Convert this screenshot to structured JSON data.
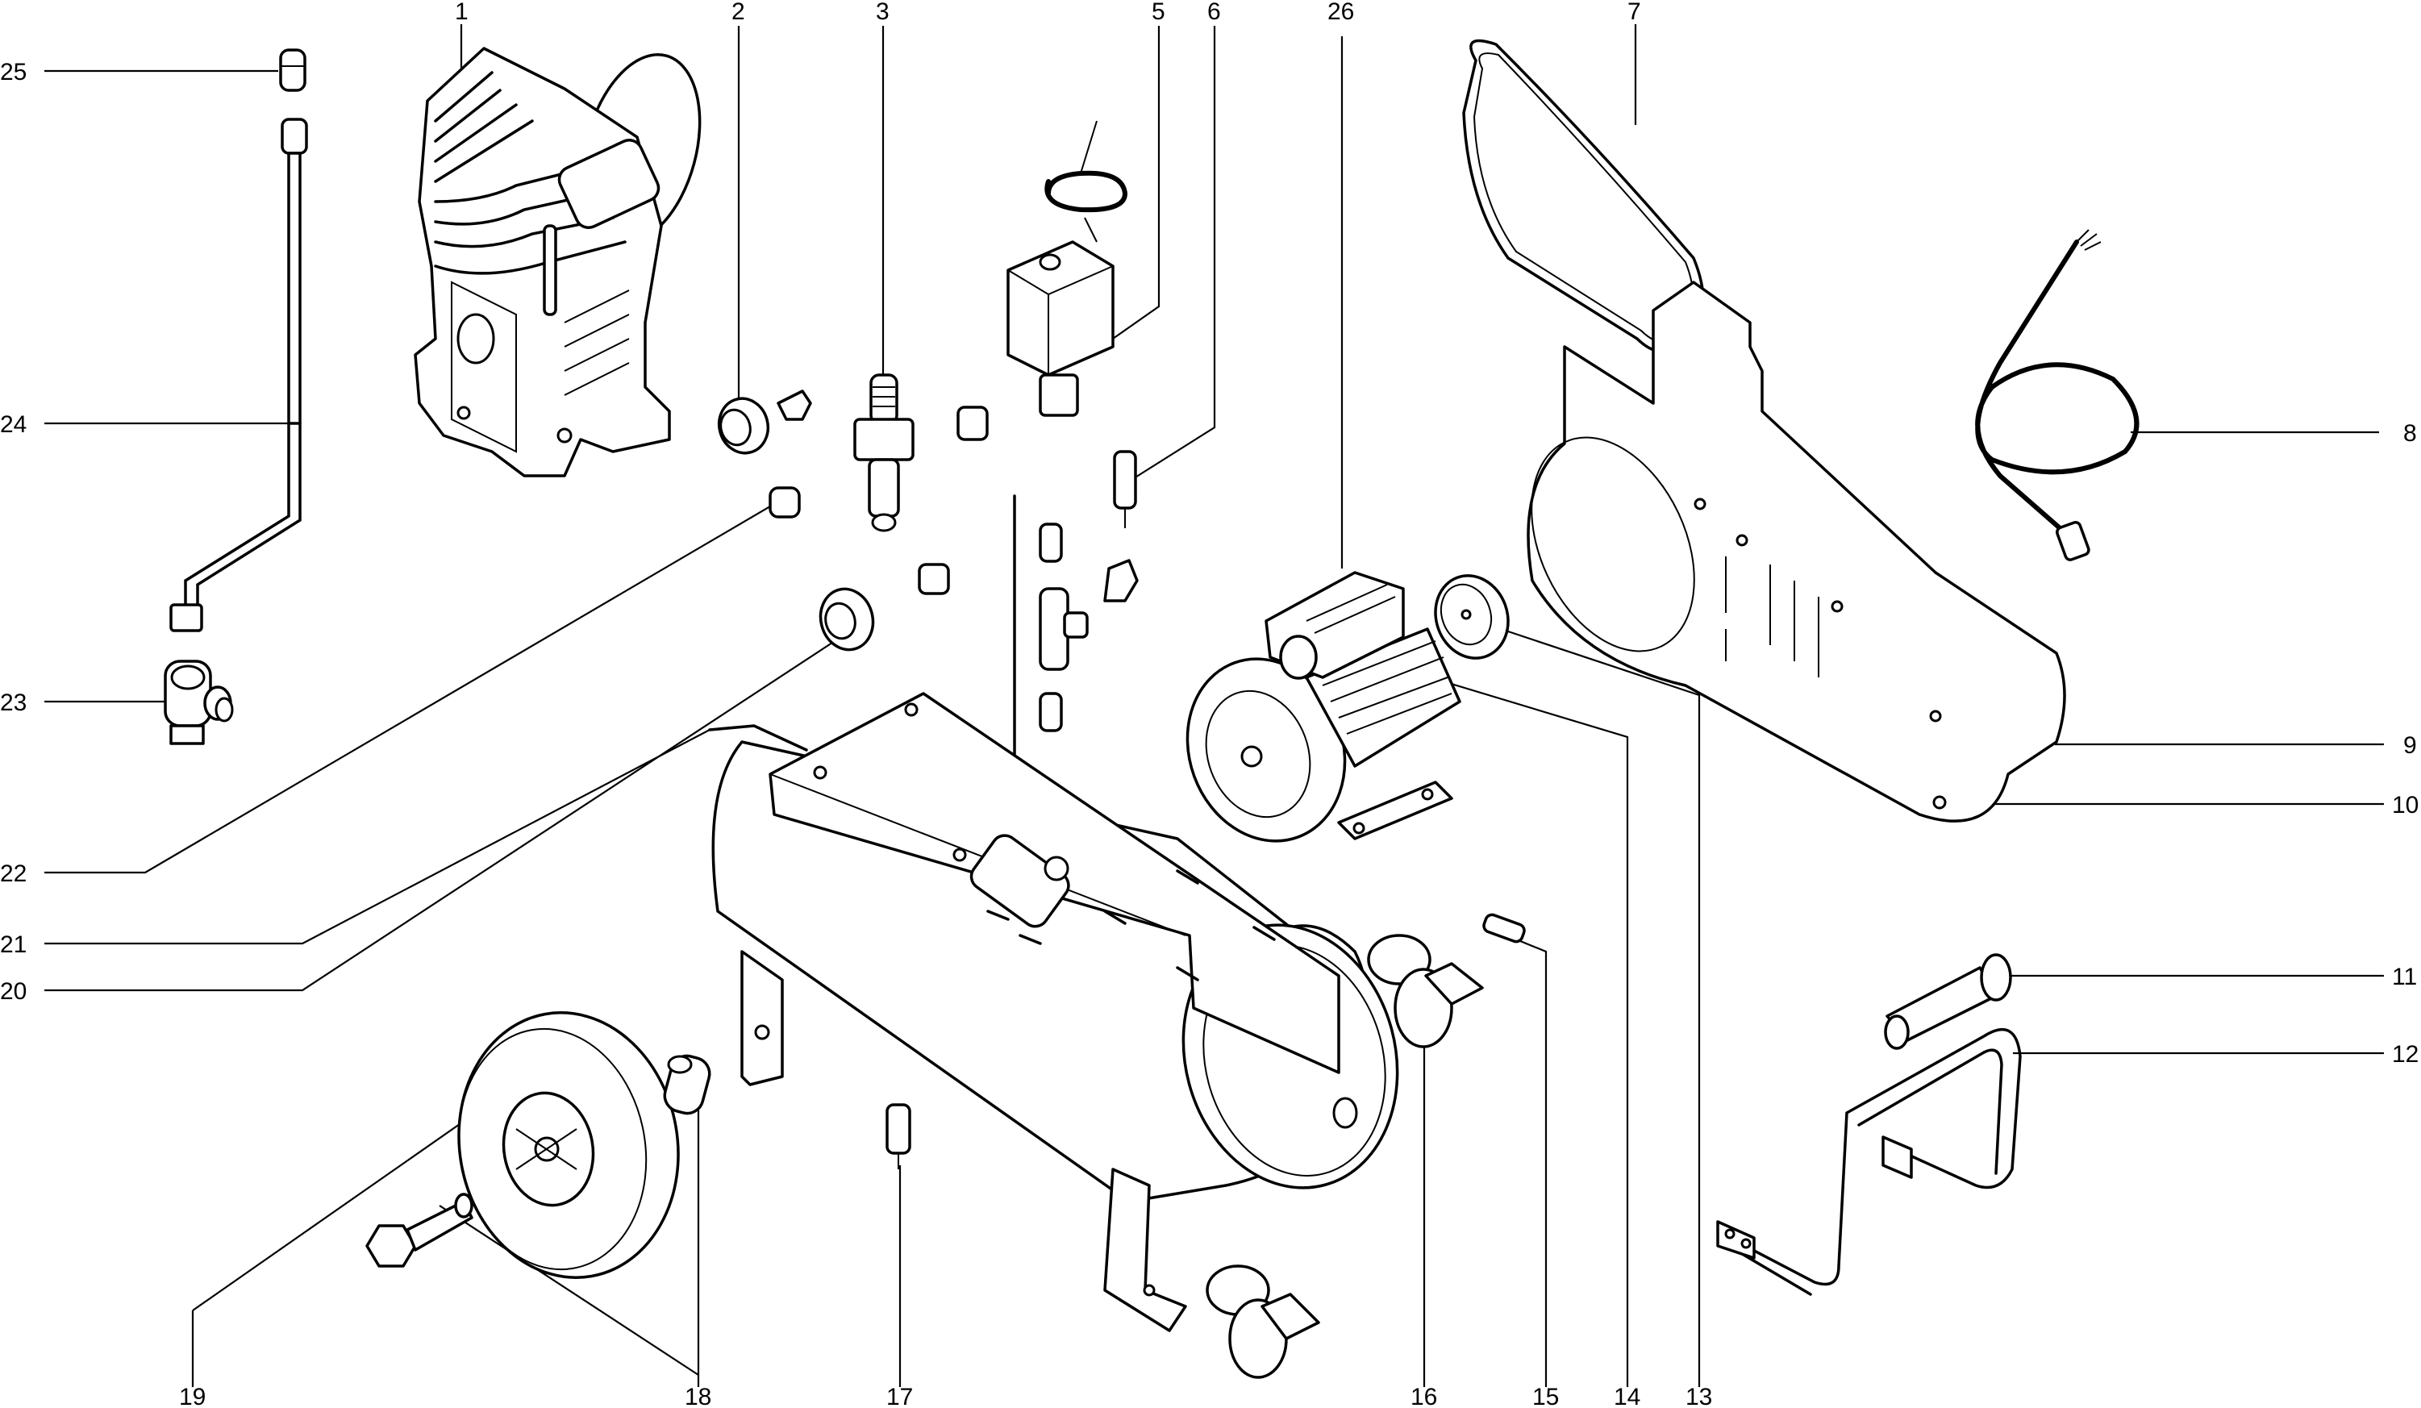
{
  "diagram": {
    "title": "Air compressor exploded parts view",
    "colors": {
      "line": "#000000",
      "background": "#ffffff"
    },
    "callouts": {
      "p1": "1",
      "p2": "2",
      "p3": "3",
      "p5": "5",
      "p6": "6",
      "p7": "7",
      "p8": "8",
      "p9": "9",
      "p10": "10",
      "p11": "11",
      "p12": "12",
      "p13": "13",
      "p14": "14",
      "p15": "15",
      "p16": "16",
      "p17": "17",
      "p18": "18",
      "p19": "19",
      "p20": "20",
      "p21": "21",
      "p22": "22",
      "p23": "23",
      "p24": "24",
      "p25": "25",
      "p26": "26"
    },
    "parts": [
      {
        "callout": "1",
        "part": "compressor-pump-head"
      },
      {
        "callout": "2",
        "part": "pressure-gauge"
      },
      {
        "callout": "3",
        "part": "pressure-regulator"
      },
      {
        "callout": "5",
        "part": "pressure-switch-with-cable"
      },
      {
        "callout": "6",
        "part": "safety-valve"
      },
      {
        "callout": "7",
        "part": "drive-belt"
      },
      {
        "callout": "8",
        "part": "power-cord-with-plug"
      },
      {
        "callout": "9",
        "part": "belt-guard-cover"
      },
      {
        "callout": "10",
        "part": "belt-guard-screw"
      },
      {
        "callout": "11",
        "part": "handle-grip"
      },
      {
        "callout": "12",
        "part": "handle-frame"
      },
      {
        "callout": "13",
        "part": "motor-pulley"
      },
      {
        "callout": "14",
        "part": "motor-base"
      },
      {
        "callout": "15",
        "part": "drain-valve"
      },
      {
        "callout": "16",
        "part": "castor-wheel"
      },
      {
        "callout": "17",
        "part": "quick-coupling"
      },
      {
        "callout": "18",
        "part": "wheel-axle-bolt-and-spacer"
      },
      {
        "callout": "19",
        "part": "wheel"
      },
      {
        "callout": "20",
        "part": "tank-gauge"
      },
      {
        "callout": "21",
        "part": "delivery-pipe"
      },
      {
        "callout": "22",
        "part": "check-valve-fitting"
      },
      {
        "callout": "23",
        "part": "non-return-valve"
      },
      {
        "callout": "24",
        "part": "delivery-tube"
      },
      {
        "callout": "25",
        "part": "tube-fitting"
      },
      {
        "callout": "26",
        "part": "electric-motor"
      }
    ]
  }
}
